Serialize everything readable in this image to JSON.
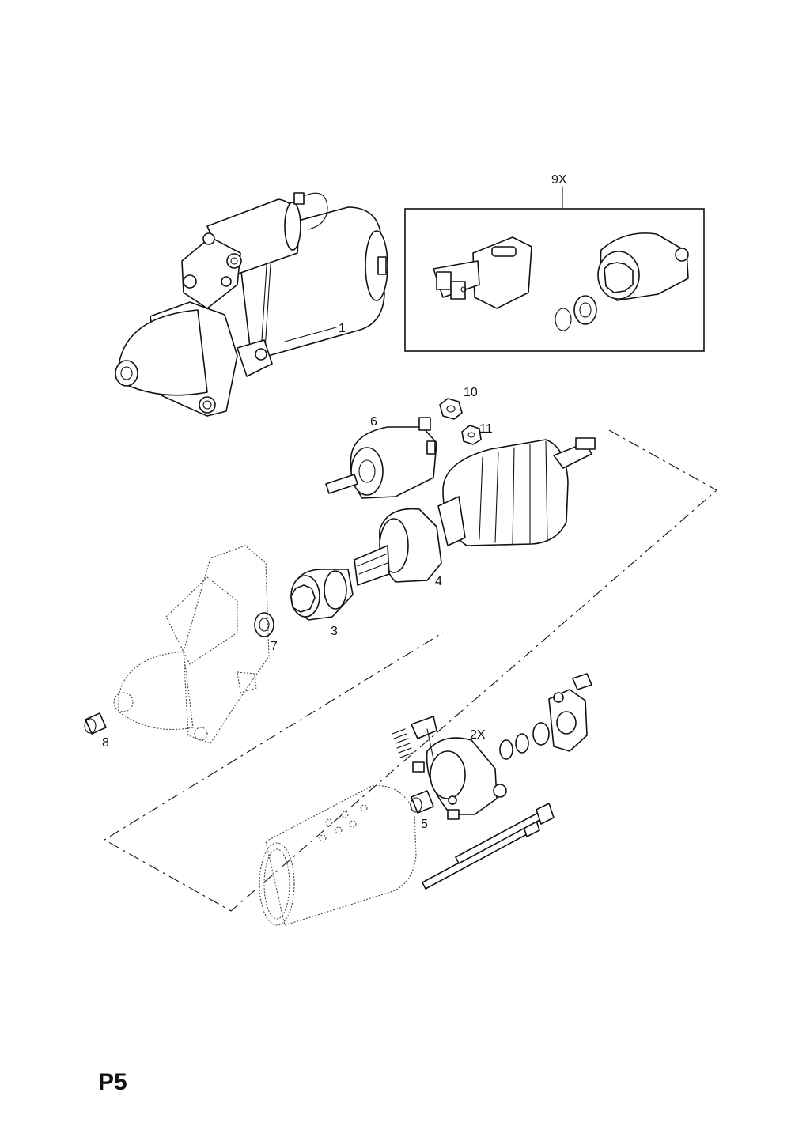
{
  "callouts": {
    "c1": "1",
    "c9x": "9X",
    "c10": "10",
    "c11": "11",
    "c6": "6",
    "c4": "4",
    "c3": "3",
    "c7": "7",
    "c8": "8",
    "c2x": "2X",
    "c5": "5"
  },
  "page_code": "P5"
}
